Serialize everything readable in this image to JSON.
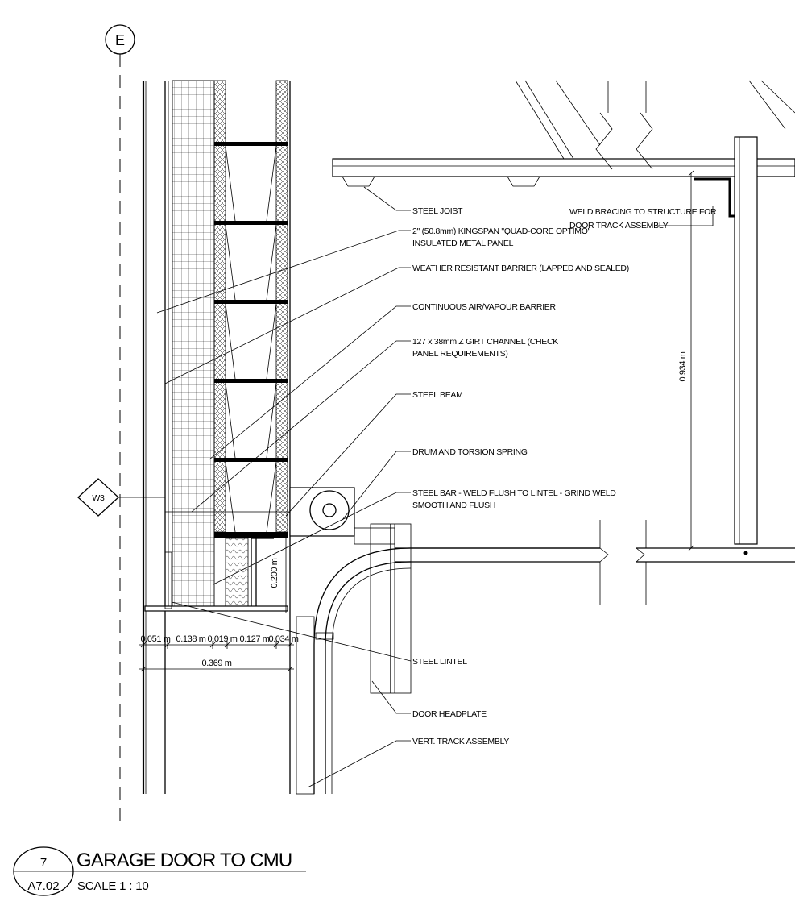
{
  "grid_bubble": "E",
  "wall_tag": "W3",
  "notes": {
    "steel_joist": "STEEL JOIST",
    "kingspan_line1": "2\" (50.8mm) KINGSPAN \"QUAD-CORE OPTIMO\"",
    "kingspan_line2": "INSULATED METAL PANEL",
    "wrb": "WEATHER RESISTANT BARRIER (LAPPED AND SEALED)",
    "air_vapour": "CONTINUOUS AIR/VAPOUR BARRIER",
    "zgirt_line1": "127 x 38mm Z GIRT CHANNEL (CHECK",
    "zgirt_line2": "PANEL REQUIREMENTS)",
    "steel_beam": "STEEL BEAM",
    "drum": "DRUM AND TORSION SPRING",
    "steel_bar_line1": "STEEL BAR - WELD FLUSH TO LINTEL - GRIND WELD",
    "steel_bar_line2": "SMOOTH AND FLUSH",
    "weld_line1": "WELD BRACING TO STRUCTURE FOR",
    "weld_line2": "DOOR TRACK ASSEMBLY",
    "steel_lintel": "STEEL LINTEL",
    "door_headplate": "DOOR HEADPLATE",
    "vert_track": "VERT. TRACK ASSEMBLY"
  },
  "dimensions": {
    "d1": "0.051 m",
    "d2": "0.138 m",
    "d3": "0.019 m",
    "d4": "0.127 m",
    "d5": "0.034 m",
    "total": "0.369 m",
    "lintel_height": "0.200 m",
    "bracing_height": "0.934 m"
  },
  "title_block": {
    "detail_number": "7",
    "sheet": "A7.02",
    "title": "GARAGE DOOR TO CMU",
    "scale": "SCALE  1 : 10"
  }
}
